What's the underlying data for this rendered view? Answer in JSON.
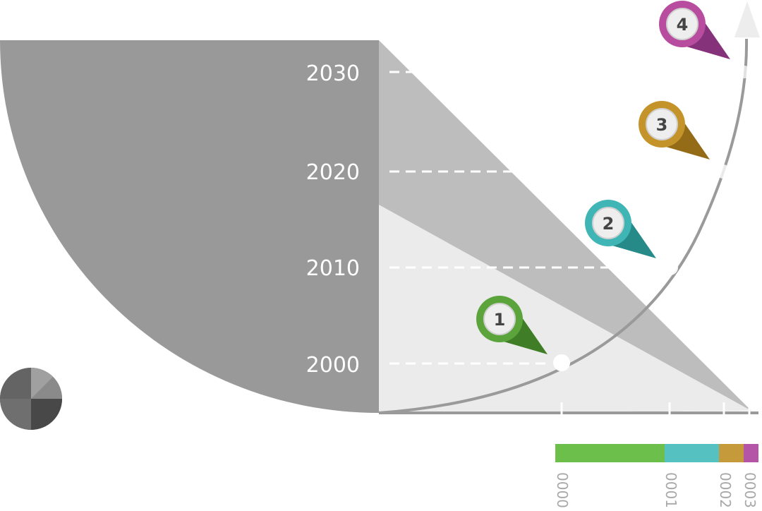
{
  "years": [
    "2000",
    "2010",
    "2020",
    "2030"
  ],
  "markers": [
    {
      "number": "1",
      "color": "#5ba43c",
      "dark": "#3f7e26"
    },
    {
      "number": "2",
      "color": "#3fb6b5",
      "dark": "#268a89"
    },
    {
      "number": "3",
      "color": "#c4942b",
      "dark": "#946b17"
    },
    {
      "number": "4",
      "color": "#b84d9f",
      "dark": "#86327a"
    }
  ],
  "bar": {
    "segment_colors": [
      "#6cbf4a",
      "#56c1c1",
      "#c59a3a",
      "#b455a8"
    ],
    "tick_labels": [
      "0000",
      "0001",
      "0002",
      "0003"
    ]
  },
  "colors": {
    "quarter_disc": "#999999",
    "triangle_mid": "#bdbdbd",
    "triangle_light": "#ebebeb",
    "curve": "#9a9a9a",
    "arrow_head": "#ededed"
  }
}
